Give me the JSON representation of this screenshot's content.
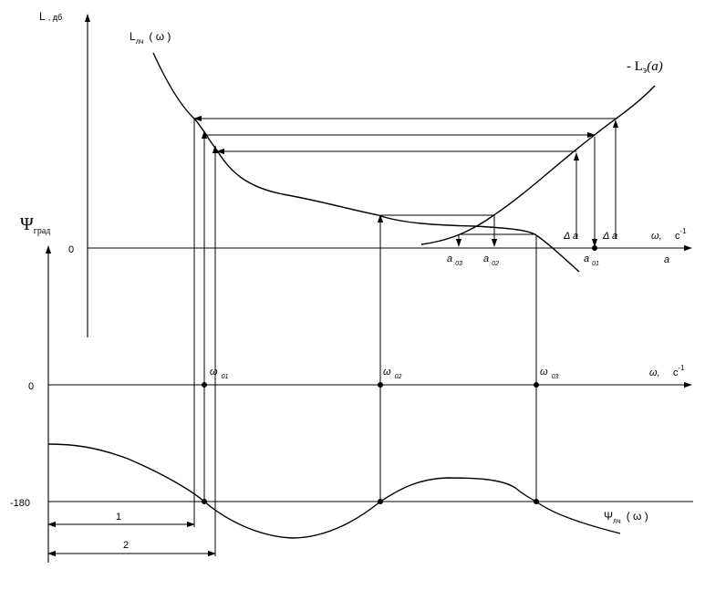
{
  "labels": {
    "l_axis_main": "L",
    "l_axis_sub": ", дб",
    "psi_axis_main": "Ψ",
    "psi_axis_sub": "град",
    "l_curve_main": "L",
    "l_curve_sub": "лч",
    "l_curve_arg": "( ω )",
    "le_curve": "- L",
    "le_curve_sub": "э",
    "le_curve_arg": "(a)",
    "psi_curve_main": "Ψ",
    "psi_curve_sub": "лч",
    "psi_curve_arg": "( ω )",
    "zero_top": "0",
    "zero_mid": "0",
    "minus_180": "-180",
    "omega_axis_top": "ω,",
    "c_inv_top": "c",
    "c_inv_top_exp": "-1",
    "a_axis": "a",
    "omega_axis_mid": "ω,",
    "c_inv_mid": "c",
    "c_inv_mid_exp": "-1",
    "a_03": "a",
    "a_03_sub": "03",
    "a_02": "a",
    "a_02_sub": "02",
    "a_01": "a",
    "a_01_sub": "01",
    "delta_a_left": "Δ  a",
    "delta_a_right": "Δ  a",
    "omega_01": "ω",
    "omega_01_sub": "01",
    "omega_02": "ω",
    "omega_02_sub": "02",
    "omega_03": "ω",
    "omega_03_sub": "03",
    "dim_1": "1",
    "dim_2": "2"
  }
}
